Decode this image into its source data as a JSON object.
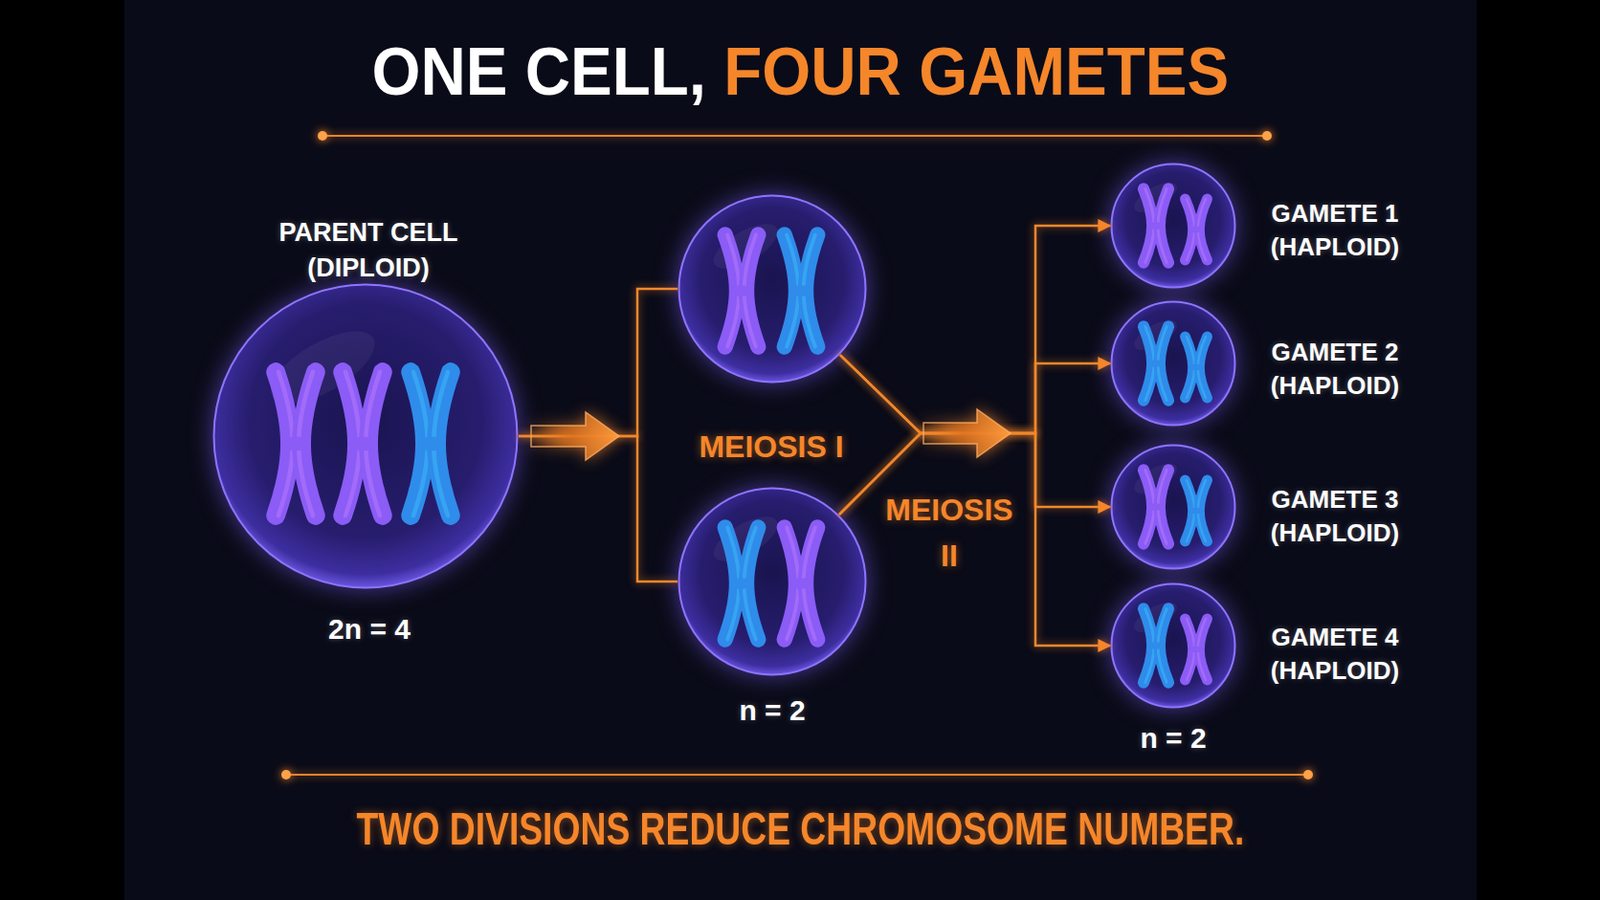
{
  "diagram": {
    "title": "ONE CELL, FOUR GAMETES",
    "caption": "TWO DIVISIONS REDUCE CHROMOSOME NUMBER.",
    "nodes": [
      {
        "text": [
          "PARENT CELL (DIPLOID)",
          "2n = 4"
        ]
      },
      {
        "text": [
          "MEIOSIS I"
        ]
      },
      {
        "text": [
          "n = 2"
        ]
      },
      {
        "text": [
          "GAMETE 1 (HAPLOID)"
        ]
      },
      {
        "text": [
          "GAMETE 2 (HAPLOID)"
        ]
      },
      {
        "text": [
          "GAMETE 3 (HAPLOID)"
        ]
      },
      {
        "text": [
          "GAMETE 4 (HAPLOID)"
        ]
      }
    ],
    "edges": [
      {
        "from": 0,
        "to": 1,
        "arrow": "none"
      },
      {
        "from": 0,
        "to": 2,
        "arrow": "none"
      },
      {
        "from": 1,
        "to": 3,
        "arrow": "to"
      },
      {
        "from": 1,
        "to": 4,
        "arrow": "to"
      },
      {
        "from": 2,
        "to": 5,
        "arrow": "to"
      },
      {
        "from": 2,
        "to": 6,
        "arrow": "to"
      }
    ],
    "labels": [
      "MEIOSIS II",
      "n = 2"
    ]
  }
}
